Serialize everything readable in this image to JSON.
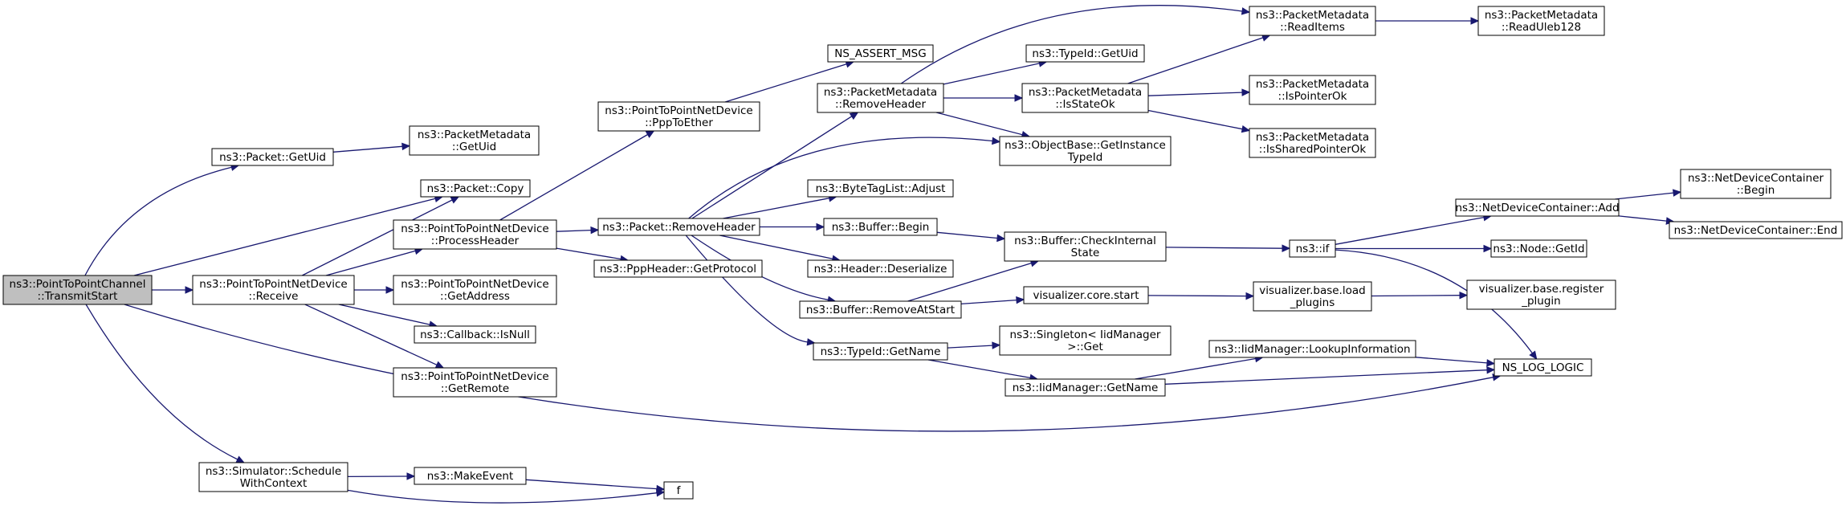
{
  "colors": {
    "edge": "#191970",
    "node_border": "#000000",
    "node_fill": "#ffffff",
    "root_fill": "#bfbfbf"
  },
  "nodes": [
    {
      "id": "transmit_start",
      "lines": [
        "ns3::PointToPointChannel",
        "::TransmitStart"
      ],
      "root": true
    },
    {
      "id": "packet_getuid",
      "lines": [
        "ns3::Packet::GetUid"
      ]
    },
    {
      "id": "packet_copy",
      "lines": [
        "ns3::Packet::Copy"
      ]
    },
    {
      "id": "p2p_receive",
      "lines": [
        "ns3::PointToPointNetDevice",
        "::Receive"
      ]
    },
    {
      "id": "sim_schedule",
      "lines": [
        "ns3::Simulator::Schedule",
        "WithContext"
      ]
    },
    {
      "id": "ns_log_logic",
      "lines": [
        "NS_LOG_LOGIC"
      ]
    },
    {
      "id": "pm_getuid",
      "lines": [
        "ns3::PacketMetadata",
        "::GetUid"
      ]
    },
    {
      "id": "p2p_processheader",
      "lines": [
        "ns3::PointToPointNetDevice",
        "::ProcessHeader"
      ]
    },
    {
      "id": "p2p_getaddress",
      "lines": [
        "ns3::PointToPointNetDevice",
        "::GetAddress"
      ]
    },
    {
      "id": "callback_isnull",
      "lines": [
        "ns3::Callback::IsNull"
      ]
    },
    {
      "id": "p2p_getremote",
      "lines": [
        "ns3::PointToPointNetDevice",
        "::GetRemote"
      ]
    },
    {
      "id": "make_event",
      "lines": [
        "ns3::MakeEvent"
      ]
    },
    {
      "id": "f",
      "lines": [
        "f"
      ]
    },
    {
      "id": "p2p_ppptoether",
      "lines": [
        "ns3::PointToPointNetDevice",
        "::PppToEther"
      ]
    },
    {
      "id": "packet_removeheader",
      "lines": [
        "ns3::Packet::RemoveHeader"
      ]
    },
    {
      "id": "ppp_getprotocol",
      "lines": [
        "ns3::PppHeader::GetProtocol"
      ]
    },
    {
      "id": "ns_assert_msg",
      "lines": [
        "NS_ASSERT_MSG"
      ]
    },
    {
      "id": "pm_removeheader",
      "lines": [
        "ns3::PacketMetadata",
        "::RemoveHeader"
      ]
    },
    {
      "id": "bytetaglist_adjust",
      "lines": [
        "ns3::ByteTagList::Adjust"
      ]
    },
    {
      "id": "buffer_begin",
      "lines": [
        "ns3::Buffer::Begin"
      ]
    },
    {
      "id": "header_deserialize",
      "lines": [
        "ns3::Header::Deserialize"
      ]
    },
    {
      "id": "buffer_removeatstart",
      "lines": [
        "ns3::Buffer::RemoveAtStart"
      ]
    },
    {
      "id": "typeid_getname",
      "lines": [
        "ns3::TypeId::GetName"
      ]
    },
    {
      "id": "pm_readitems",
      "lines": [
        "ns3::PacketMetadata",
        "::ReadItems"
      ]
    },
    {
      "id": "typeid_getuid",
      "lines": [
        "ns3::TypeId::GetUid"
      ]
    },
    {
      "id": "pm_isstateok",
      "lines": [
        "ns3::PacketMetadata",
        "::IsStateOk"
      ]
    },
    {
      "id": "objectbase_getinstancetypeid",
      "lines": [
        "ns3::ObjectBase::GetInstance",
        "TypeId"
      ]
    },
    {
      "id": "buffer_checkinternalstate",
      "lines": [
        "ns3::Buffer::CheckInternal",
        "State"
      ]
    },
    {
      "id": "viz_core_start",
      "lines": [
        "visualizer.core.start"
      ]
    },
    {
      "id": "singleton_get",
      "lines": [
        "ns3::Singleton< IidManager",
        " >::Get"
      ]
    },
    {
      "id": "iidmanager_getname",
      "lines": [
        "ns3::IidManager::GetName"
      ]
    },
    {
      "id": "pm_readuleb128",
      "lines": [
        "ns3::PacketMetadata",
        "::ReadUleb128"
      ]
    },
    {
      "id": "pm_ispointerok",
      "lines": [
        "ns3::PacketMetadata",
        "::IsPointerOk"
      ]
    },
    {
      "id": "pm_issharedpointerok",
      "lines": [
        "ns3::PacketMetadata",
        "::IsSharedPointerOk"
      ]
    },
    {
      "id": "ns3_if",
      "lines": [
        "ns3::if"
      ]
    },
    {
      "id": "viz_base_load_plugins",
      "lines": [
        "visualizer.base.load",
        "_plugins"
      ]
    },
    {
      "id": "iidmanager_lookupinformation",
      "lines": [
        "ns3::IidManager::LookupInformation"
      ]
    },
    {
      "id": "ndc_add",
      "lines": [
        "ns3::NetDeviceContainer::Add"
      ]
    },
    {
      "id": "node_getid",
      "lines": [
        "ns3::Node::GetId"
      ]
    },
    {
      "id": "viz_base_register_plugin",
      "lines": [
        "visualizer.base.register",
        "_plugin"
      ]
    },
    {
      "id": "ndc_begin",
      "lines": [
        "ns3::NetDeviceContainer",
        "::Begin"
      ]
    },
    {
      "id": "ndc_end",
      "lines": [
        "ns3::NetDeviceContainer::End"
      ]
    }
  ],
  "edges": [
    [
      "transmit_start",
      "packet_getuid"
    ],
    [
      "transmit_start",
      "packet_copy"
    ],
    [
      "transmit_start",
      "p2p_receive"
    ],
    [
      "transmit_start",
      "sim_schedule"
    ],
    [
      "transmit_start",
      "ns_log_logic"
    ],
    [
      "packet_getuid",
      "pm_getuid"
    ],
    [
      "p2p_receive",
      "packet_copy"
    ],
    [
      "p2p_receive",
      "p2p_processheader"
    ],
    [
      "p2p_receive",
      "p2p_getaddress"
    ],
    [
      "p2p_receive",
      "callback_isnull"
    ],
    [
      "p2p_receive",
      "p2p_getremote"
    ],
    [
      "sim_schedule",
      "make_event"
    ],
    [
      "sim_schedule",
      "f"
    ],
    [
      "make_event",
      "f"
    ],
    [
      "p2p_processheader",
      "p2p_ppptoether"
    ],
    [
      "p2p_processheader",
      "packet_removeheader"
    ],
    [
      "p2p_processheader",
      "ppp_getprotocol"
    ],
    [
      "p2p_ppptoether",
      "ns_assert_msg"
    ],
    [
      "packet_removeheader",
      "pm_removeheader"
    ],
    [
      "packet_removeheader",
      "objectbase_getinstancetypeid"
    ],
    [
      "packet_removeheader",
      "bytetaglist_adjust"
    ],
    [
      "packet_removeheader",
      "buffer_begin"
    ],
    [
      "packet_removeheader",
      "header_deserialize"
    ],
    [
      "packet_removeheader",
      "buffer_removeatstart"
    ],
    [
      "packet_removeheader",
      "typeid_getname"
    ],
    [
      "pm_removeheader",
      "pm_readitems"
    ],
    [
      "pm_removeheader",
      "typeid_getuid"
    ],
    [
      "pm_removeheader",
      "pm_isstateok"
    ],
    [
      "pm_removeheader",
      "objectbase_getinstancetypeid"
    ],
    [
      "pm_readitems",
      "pm_readuleb128"
    ],
    [
      "pm_isstateok",
      "pm_readitems"
    ],
    [
      "pm_isstateok",
      "pm_ispointerok"
    ],
    [
      "pm_isstateok",
      "pm_issharedpointerok"
    ],
    [
      "buffer_begin",
      "buffer_checkinternalstate"
    ],
    [
      "buffer_removeatstart",
      "buffer_checkinternalstate"
    ],
    [
      "buffer_removeatstart",
      "viz_core_start"
    ],
    [
      "buffer_checkinternalstate",
      "ns3_if"
    ],
    [
      "viz_core_start",
      "viz_base_load_plugins"
    ],
    [
      "viz_base_load_plugins",
      "viz_base_register_plugin"
    ],
    [
      "typeid_getname",
      "singleton_get"
    ],
    [
      "typeid_getname",
      "iidmanager_getname"
    ],
    [
      "iidmanager_getname",
      "iidmanager_lookupinformation"
    ],
    [
      "iidmanager_getname",
      "ns_log_logic"
    ],
    [
      "iidmanager_lookupinformation",
      "ns_log_logic"
    ],
    [
      "ns3_if",
      "ndc_add"
    ],
    [
      "ns3_if",
      "node_getid"
    ],
    [
      "ns3_if",
      "ns_log_logic"
    ],
    [
      "ndc_add",
      "ndc_begin"
    ],
    [
      "ndc_add",
      "ndc_end"
    ]
  ]
}
